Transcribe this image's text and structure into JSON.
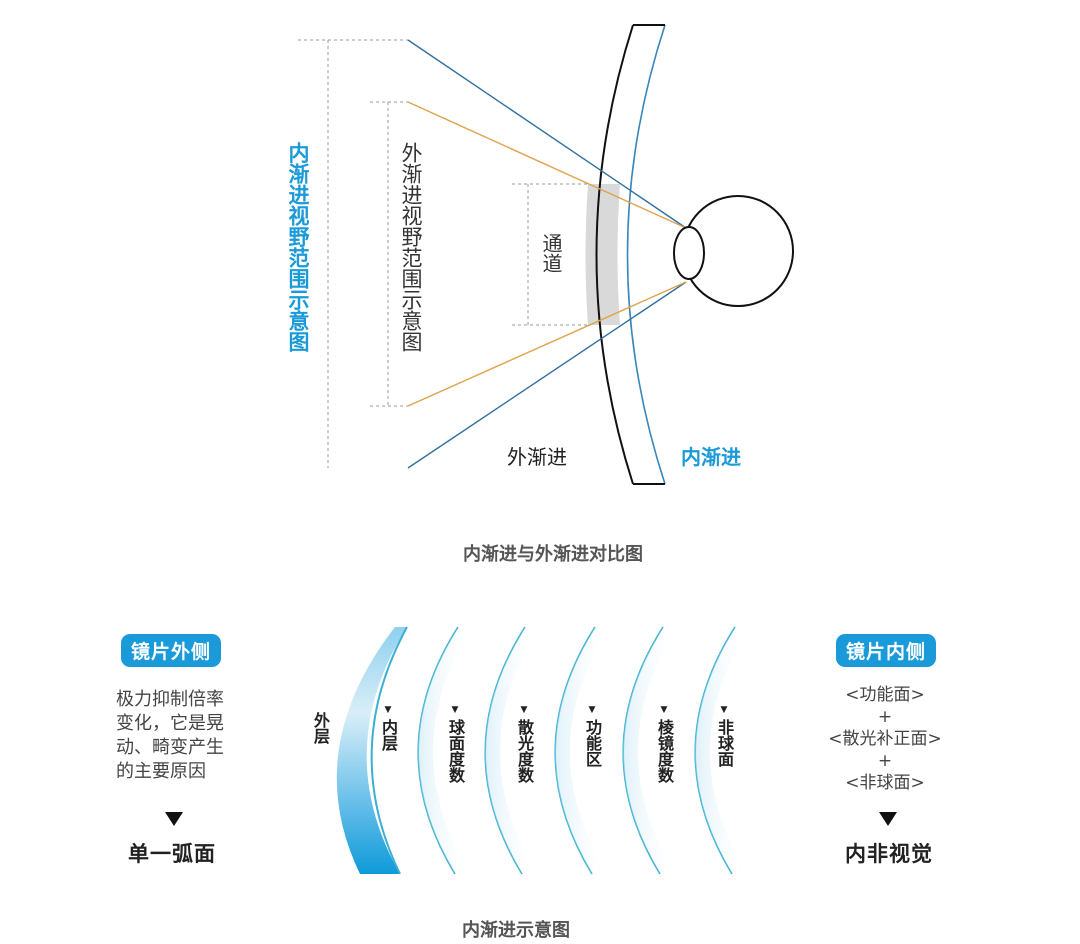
{
  "top_diagram": {
    "inner_fov_label": "内渐进视野范围示意图",
    "outer_fov_label": "外渐进视野范围示意图",
    "channel_label": "通道",
    "outer_progressive_label": "外渐进",
    "inner_progressive_label": "内渐进",
    "caption": "内渐进与外渐进对比图",
    "colors": {
      "inner_ray": "#2f6f9e",
      "outer_ray": "#e0a24a",
      "accent_text": "#1a9ad8",
      "lens_outer": "#111111",
      "lens_inner": "#3a86b8",
      "channel_fill": "#d9d9d9"
    }
  },
  "bottom_diagram": {
    "left_badge": "镜片外侧",
    "left_desc_lines": [
      "极力抑制倍率",
      "变化，它是晃",
      "动、畸变产生",
      "的主要原因"
    ],
    "left_result": "单一弧面",
    "right_badge": "镜片内侧",
    "right_desc_lines": [
      "<功能面>",
      "+",
      "<散光补正面>",
      "+",
      "<非球面>"
    ],
    "right_result": "内非视觉",
    "outer_layer_label": "外层",
    "layers": [
      {
        "label": "内层"
      },
      {
        "label": "球面度数"
      },
      {
        "label": "散光度数"
      },
      {
        "label": "功能区"
      },
      {
        "label": "棱镜度数"
      },
      {
        "label": "非球面"
      }
    ],
    "triangle_glyph": "▼",
    "caption": "内渐进示意图",
    "colors": {
      "badge_bg": "#1a9ad8",
      "arc_line": "#3bb0d0",
      "outer_band": "#1a9ad8"
    }
  }
}
